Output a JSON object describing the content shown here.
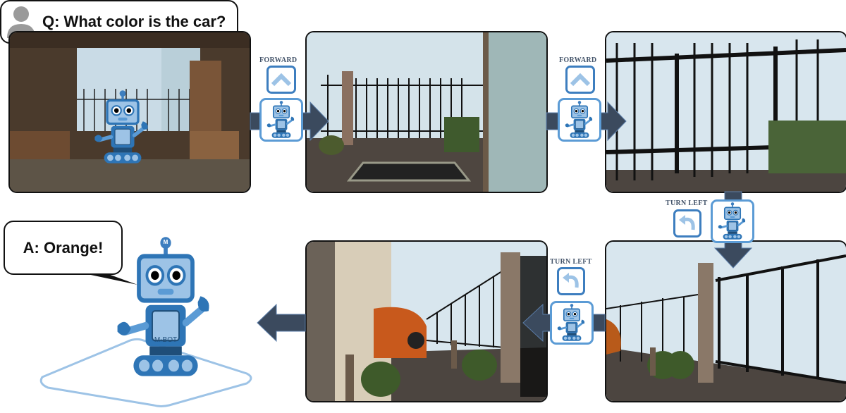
{
  "question": {
    "text": "Q: What color is the car?",
    "icon": "person-icon"
  },
  "answer": {
    "text": "A: Orange!"
  },
  "agent": {
    "name": "M-BOT",
    "antenna_badge": "M"
  },
  "actions": [
    {
      "label": "FORWARD",
      "icon": "chevron-up-icon"
    },
    {
      "label": "FORWARD",
      "icon": "chevron-up-icon"
    },
    {
      "label": "TURN LEFT",
      "icon": "turn-left-icon"
    },
    {
      "label": "TURN LEFT",
      "icon": "turn-left-icon"
    }
  ],
  "colors": {
    "arrow": "#3b4a5e",
    "robot_blue": "#3d7ebf",
    "robot_light": "#9dc3e6",
    "border": "#111111"
  }
}
